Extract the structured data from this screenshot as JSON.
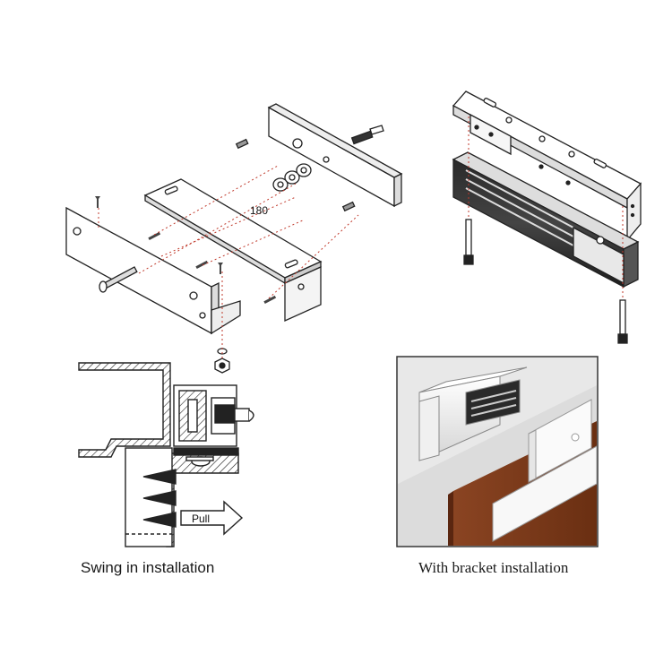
{
  "exploded_view": {
    "dimension_label": "180"
  },
  "swing_in": {
    "arrow_label": "Pull",
    "caption": "Swing in installation"
  },
  "bracket": {
    "caption": "With bracket installation",
    "colors": {
      "door": "#7a3a1a",
      "wall": "#f2f2f2",
      "frame_border": "#333333"
    }
  }
}
